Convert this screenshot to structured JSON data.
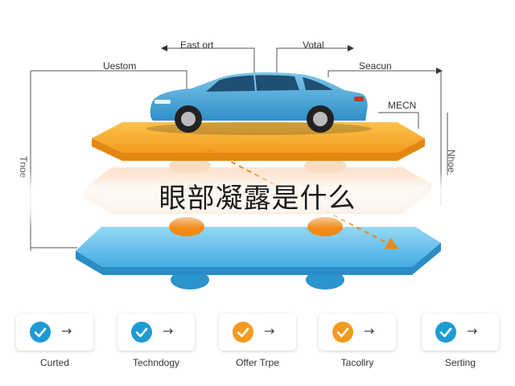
{
  "diagram": {
    "labels": {
      "top_left": "Uestom",
      "top_center": "East ort",
      "top_right": "Votal",
      "right_upper": "Seacun",
      "right_middle": "MECN",
      "left_vertical": "Tnoe",
      "right_vertical": "Nhoe"
    }
  },
  "banner": {
    "title": "眼部凝露是什么"
  },
  "features": [
    {
      "label": "Curted",
      "color": "#1e9bd7"
    },
    {
      "label": "Techndogy",
      "color": "#1e9bd7"
    },
    {
      "label": "Offer Trpe",
      "color": "#f39a1f"
    },
    {
      "label": "Tacollry",
      "color": "#f39a1f"
    },
    {
      "label": "Serting",
      "color": "#1e9bd7"
    }
  ],
  "icons": {
    "check": "check-icon",
    "arrow": "→"
  },
  "colors": {
    "orange_layer": "#f7a423",
    "peach_layer": "#f9c9a0",
    "blue_layer": "#4fb9e8",
    "car_body": "#3aa0d6",
    "accent_orange": "#f39a1f",
    "accent_blue": "#1e9bd7"
  }
}
